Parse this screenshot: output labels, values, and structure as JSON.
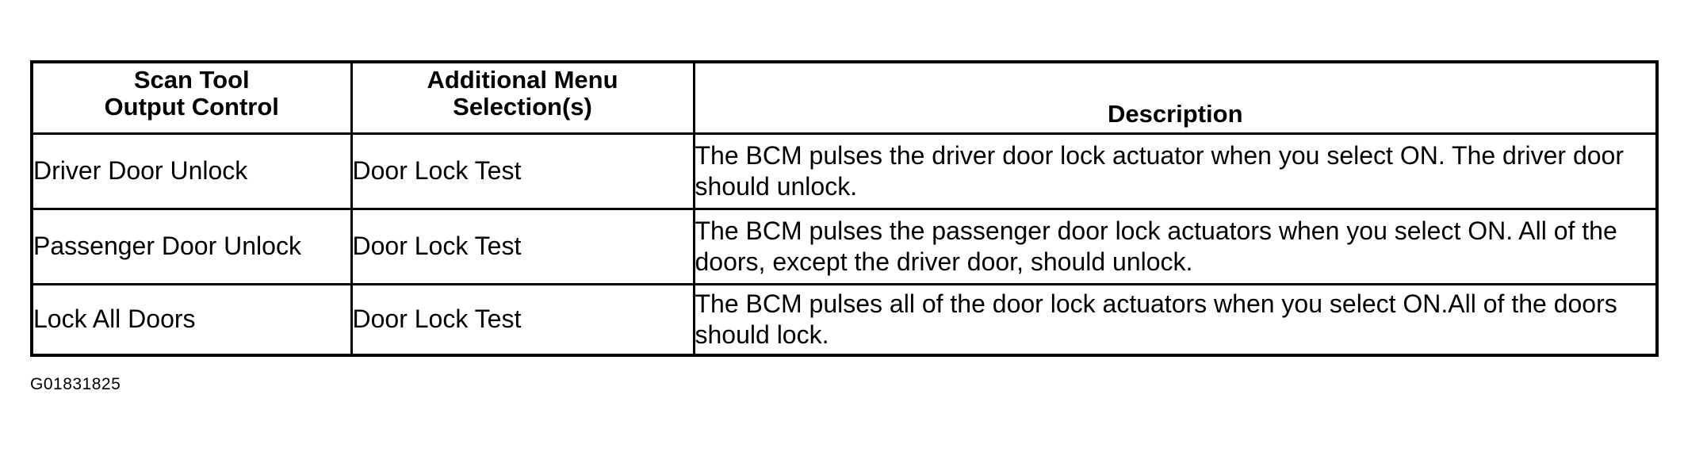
{
  "table": {
    "headers": [
      "Scan Tool Output Control",
      "Additional Menu Selection(s)",
      "Description"
    ],
    "header_lines": {
      "col1": [
        "Scan Tool",
        "Output Control"
      ],
      "col2": [
        "Additional Menu",
        "Selection(s)"
      ],
      "col3": "Description"
    },
    "rows": [
      {
        "output_control": "Driver Door Unlock",
        "menu_selection": "Door Lock Test",
        "description": "The BCM pulses the driver door lock actuator when you select ON. The driver door should unlock."
      },
      {
        "output_control": "Passenger Door Unlock",
        "menu_selection": "Door Lock Test",
        "description": "The BCM pulses the passenger door lock actuators when you select ON. All of the doors, except the driver door, should unlock."
      },
      {
        "output_control": "Lock All Doors",
        "menu_selection": "Door Lock Test",
        "description": "The BCM pulses all of the door lock actuators when you select ON.All of the doors should lock."
      }
    ]
  },
  "figure_id": "G01831825"
}
